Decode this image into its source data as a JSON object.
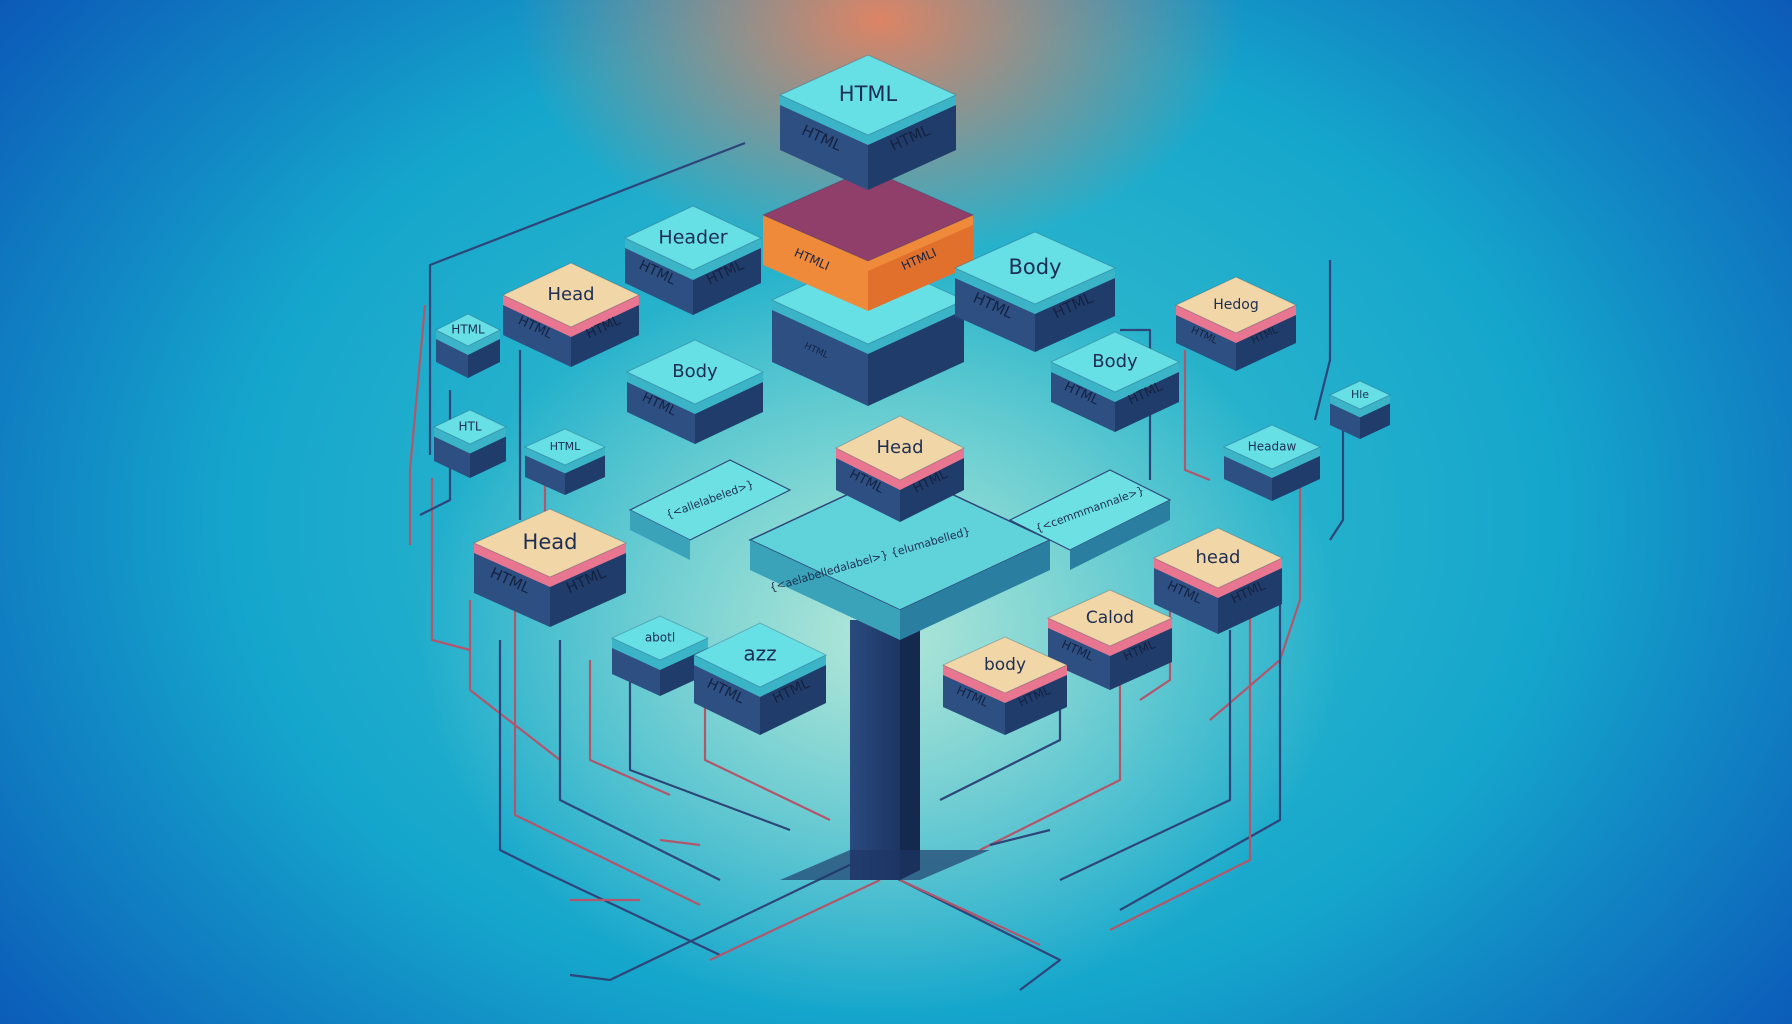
{
  "colors": {
    "cyan_top": "#66dfe5",
    "peach_top": "#f1d6a8",
    "pink_band": "#e87690",
    "orange": "#ef8a3b",
    "side_dark": "#1f3c6b",
    "wire_navy": "#2d4578",
    "wire_red": "#b2566c"
  },
  "blocks": [
    {
      "id": "top",
      "label": "HTML",
      "side_left": "HTML",
      "side_right": "HTML",
      "theme": "cyan"
    },
    {
      "id": "orange",
      "label": "",
      "side_left": "HTMLI",
      "side_right": "HTMLI",
      "theme": "orange"
    },
    {
      "id": "center",
      "label": "",
      "side_left": "HTML",
      "side_right": "",
      "theme": "cyan"
    },
    {
      "id": "header",
      "label": "Header",
      "side_left": "HTML",
      "side_right": "HTML",
      "theme": "cyan"
    },
    {
      "id": "body-r",
      "label": "Body",
      "side_left": "HTML",
      "side_right": "HTML",
      "theme": "cyan"
    },
    {
      "id": "head-l",
      "label": "Head",
      "side_left": "HTML",
      "side_right": "HTML",
      "theme": "peach"
    },
    {
      "id": "tiny-l1",
      "label": "HTML",
      "side_left": "",
      "side_right": "",
      "theme": "cyan"
    },
    {
      "id": "body-l",
      "label": "Body",
      "side_left": "HTML",
      "side_right": "",
      "theme": "cyan"
    },
    {
      "id": "body-r2",
      "label": "Body",
      "side_left": "HTML",
      "side_right": "HTML",
      "theme": "cyan"
    },
    {
      "id": "hedog",
      "label": "Hedog",
      "side_left": "HTML",
      "side_right": "HTML",
      "theme": "peach"
    },
    {
      "id": "tiny-r1",
      "label": "Hle",
      "side_left": "",
      "side_right": "",
      "theme": "cyan"
    },
    {
      "id": "tiny-l2",
      "label": "HTL",
      "side_left": "",
      "side_right": "",
      "theme": "cyan"
    },
    {
      "id": "tiny-l3",
      "label": "HTML",
      "side_left": "",
      "side_right": "",
      "theme": "cyan"
    },
    {
      "id": "head-c",
      "label": "Head",
      "side_left": "HTML",
      "side_right": "HTML",
      "theme": "peach"
    },
    {
      "id": "headaw",
      "label": "Headaw",
      "side_left": "",
      "side_right": "",
      "theme": "cyan"
    },
    {
      "id": "head-bl",
      "label": "Head",
      "side_left": "HTML",
      "side_right": "HTML",
      "theme": "peach"
    },
    {
      "id": "head-br",
      "label": "head",
      "side_left": "HTML",
      "side_right": "HTML",
      "theme": "peach"
    },
    {
      "id": "calod",
      "label": "Calod",
      "side_left": "HTML",
      "side_right": "HTML",
      "theme": "peach"
    },
    {
      "id": "abotl",
      "label": "abotl",
      "side_left": "",
      "side_right": "",
      "theme": "cyan"
    },
    {
      "id": "azz",
      "label": "azz",
      "side_left": "HTML",
      "side_right": "HTML",
      "theme": "cyan"
    },
    {
      "id": "body-s",
      "label": "body",
      "side_left": "HTML",
      "side_right": "HTML",
      "theme": "peach"
    }
  ],
  "platform": {
    "left_label": "{<allelabeled>}",
    "center_label": "{<aelabelledalabel>}   {elumabelled}",
    "right_label": "{<cemmmannale>}"
  }
}
